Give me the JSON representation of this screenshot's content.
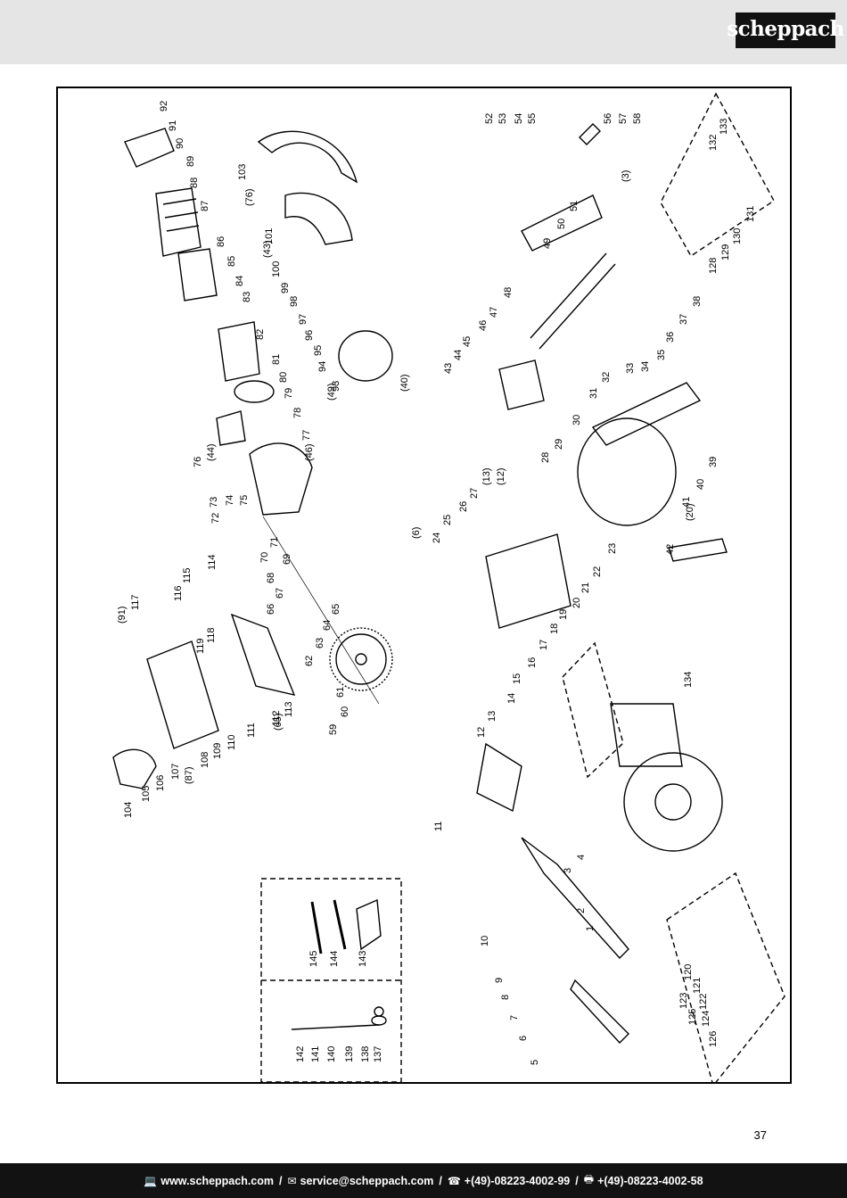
{
  "brand": "scheppach",
  "page_number": "37",
  "footer": {
    "website": "www.scheppach.com",
    "email": "service@scheppach.com",
    "phone": "+(49)-08223-4002-99",
    "fax": "+(49)-08223-4002-58",
    "website_icon": "computer-icon",
    "email_icon": "envelope-icon",
    "phone_icon": "telephone-icon",
    "fax_icon": "fax-icon",
    "separator": "/"
  },
  "part_numbers": [
    "1",
    "2",
    "3",
    "4",
    "5",
    "6",
    "7",
    "8",
    "9",
    "10",
    "11",
    "12",
    "13",
    "14",
    "15",
    "16",
    "17",
    "18",
    "19",
    "20",
    "21",
    "22",
    "23",
    "24",
    "25",
    "26",
    "27",
    "28",
    "29",
    "30",
    "31",
    "32",
    "33",
    "34",
    "35",
    "36",
    "37",
    "38",
    "39",
    "40",
    "41",
    "42",
    "43",
    "44",
    "45",
    "46",
    "47",
    "48",
    "49",
    "50",
    "51",
    "52",
    "53",
    "54",
    "55",
    "56",
    "57",
    "58",
    "59",
    "60",
    "61",
    "62",
    "63",
    "64",
    "65",
    "66",
    "67",
    "68",
    "69",
    "70",
    "71",
    "72",
    "73",
    "74",
    "75",
    "76",
    "77",
    "78",
    "79",
    "80",
    "81",
    "82",
    "83",
    "84",
    "85",
    "86",
    "87",
    "88",
    "89",
    "90",
    "91",
    "92",
    "93",
    "94",
    "95",
    "96",
    "97",
    "98",
    "99",
    "100",
    "101",
    "103",
    "104",
    "105",
    "106",
    "107",
    "108",
    "109",
    "110",
    "111",
    "112",
    "113",
    "114",
    "115",
    "116",
    "117",
    "118",
    "119",
    "120",
    "121",
    "122",
    "123",
    "124",
    "125",
    "126",
    "128",
    "129",
    "130",
    "131",
    "132",
    "133",
    "134",
    "137",
    "138",
    "139",
    "140",
    "141",
    "142",
    "143",
    "144",
    "145"
  ],
  "bracket_refs": [
    "(3)",
    "(6)",
    "(12)",
    "(13)",
    "(20)",
    "(40)",
    "(43)",
    "(44)",
    "(46)",
    "(49)",
    "(65)",
    "(76)",
    "(87)",
    "(91)"
  ]
}
